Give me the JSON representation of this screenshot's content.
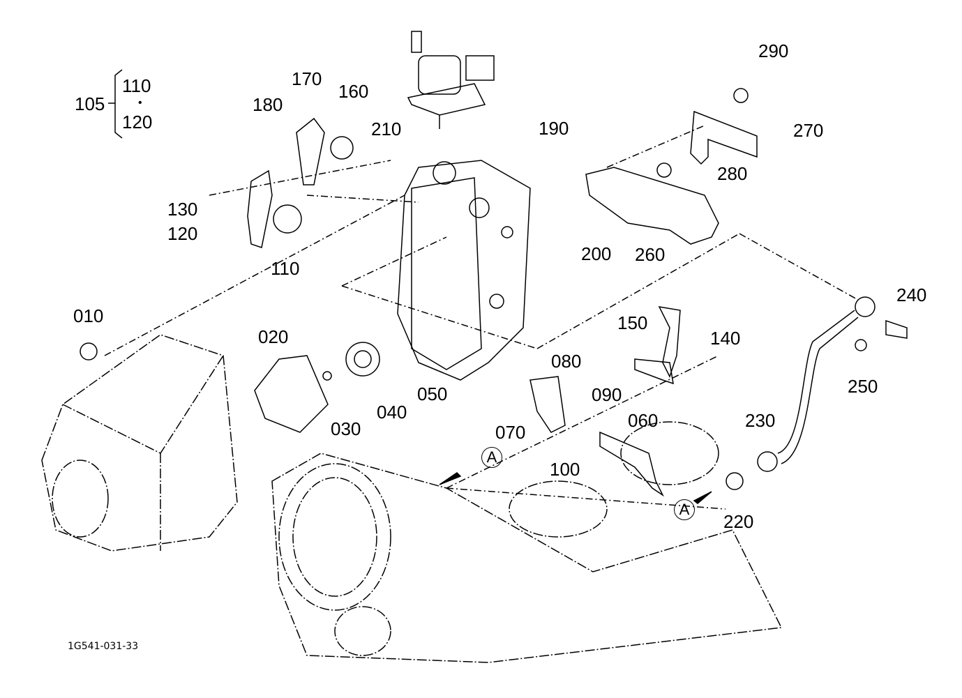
{
  "diagram": {
    "drawing_code": "1G541-031-33",
    "set_label": {
      "part": "105",
      "includes": [
        "110",
        "120"
      ],
      "separator": "•"
    },
    "callout_marker": "A",
    "parts": [
      {
        "id": "010"
      },
      {
        "id": "020"
      },
      {
        "id": "030"
      },
      {
        "id": "040"
      },
      {
        "id": "050"
      },
      {
        "id": "060"
      },
      {
        "id": "070"
      },
      {
        "id": "080"
      },
      {
        "id": "090"
      },
      {
        "id": "100"
      },
      {
        "id": "110"
      },
      {
        "id": "120"
      },
      {
        "id": "130"
      },
      {
        "id": "140"
      },
      {
        "id": "150"
      },
      {
        "id": "160"
      },
      {
        "id": "170"
      },
      {
        "id": "180"
      },
      {
        "id": "190"
      },
      {
        "id": "200"
      },
      {
        "id": "210"
      },
      {
        "id": "220"
      },
      {
        "id": "230"
      },
      {
        "id": "240"
      },
      {
        "id": "250"
      },
      {
        "id": "260"
      },
      {
        "id": "270"
      },
      {
        "id": "280"
      },
      {
        "id": "290"
      }
    ]
  }
}
